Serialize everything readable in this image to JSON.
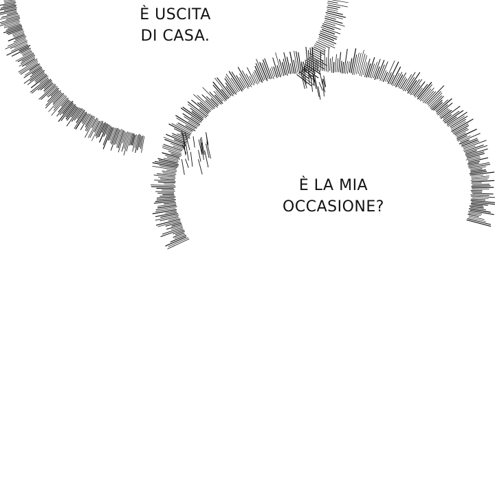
{
  "panel": {
    "bubbles": [
      {
        "lines": [
          "È USCITA",
          "DI CASA."
        ]
      },
      {
        "lines": [
          "È LA MIA",
          "OCCASIONE?"
        ]
      }
    ],
    "colors": {
      "background": "#ffffff",
      "ink": "#111111"
    }
  }
}
